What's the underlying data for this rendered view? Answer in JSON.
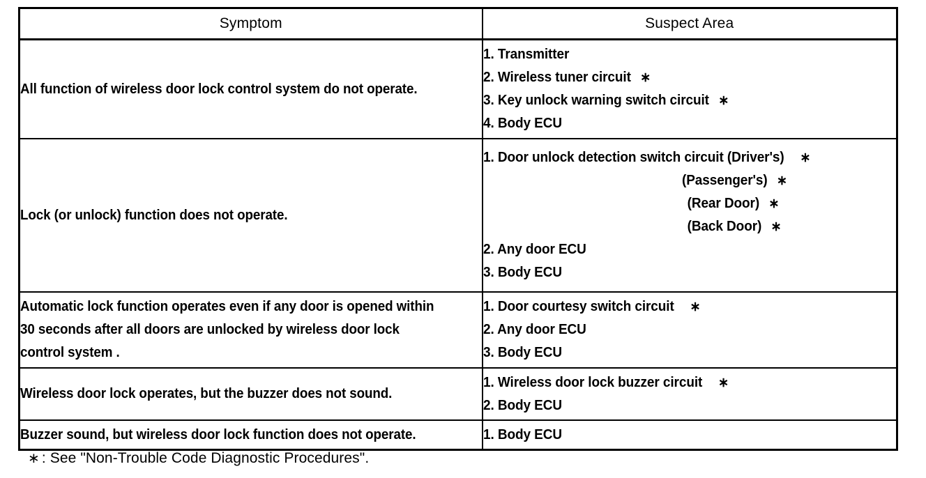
{
  "document": {
    "title": "Wireless Door Lock Control System — Problem Symptoms Table",
    "ink_color": "#000000",
    "paper_color": "#ffffff"
  },
  "table": {
    "columns": [
      {
        "key": "symptom",
        "header": "Symptom"
      },
      {
        "key": "suspect",
        "header": "Suspect Area"
      }
    ],
    "rows": [
      {
        "symptom_lines": [
          "All function of wireless door lock control system do not operate."
        ],
        "suspect_items": [
          {
            "number": "1.",
            "text": "Transmitter",
            "star": "",
            "indent": 0
          },
          {
            "number": "2.",
            "text": "Wireless tuner circuit",
            "star": "∗",
            "indent": 0
          },
          {
            "number": "3.",
            "text": "Key unlock warning switch circuit",
            "star": "∗",
            "indent": 0
          },
          {
            "number": "4.",
            "text": "Body ECU",
            "star": "",
            "indent": 0
          }
        ]
      },
      {
        "symptom_lines": [
          "Lock (or unlock) function does not operate."
        ],
        "suspect_items": [
          {
            "number": "1.",
            "text": "Door unlock detection switch circuit (Driver's)",
            "star": "∗",
            "indent": 0
          },
          {
            "number": "",
            "text": "(Passenger's)",
            "star": "∗",
            "indent": 1
          },
          {
            "number": "",
            "text": "(Rear Door)",
            "star": "∗",
            "indent": 2
          },
          {
            "number": "",
            "text": "(Back Door)",
            "star": "∗",
            "indent": 3
          },
          {
            "number": "2.",
            "text": "Any door ECU",
            "star": "",
            "indent": 0
          },
          {
            "number": "3.",
            "text": "Body ECU",
            "star": "",
            "indent": 0
          }
        ]
      },
      {
        "symptom_lines": [
          "Automatic lock function operates even if any door is opened within",
          "30 seconds after all doors are unlocked by wireless door lock",
          "control system ."
        ],
        "suspect_items": [
          {
            "number": "1.",
            "text": "Door courtesy switch circuit",
            "star": "∗",
            "indent": 0
          },
          {
            "number": "2.",
            "text": "Any door ECU",
            "star": "",
            "indent": 0
          },
          {
            "number": "3.",
            "text": "Body ECU",
            "star": "",
            "indent": 0
          }
        ]
      },
      {
        "symptom_lines": [
          "Wireless door lock operates, but the buzzer does not sound."
        ],
        "suspect_items": [
          {
            "number": "1.",
            "text": "Wireless door lock buzzer circuit",
            "star": "∗",
            "indent": 0
          },
          {
            "number": "2.",
            "text": "Body ECU",
            "star": "",
            "indent": 0
          }
        ]
      },
      {
        "symptom_lines": [
          "Buzzer sound, but wireless door lock function does not operate."
        ],
        "suspect_items": [
          {
            "number": "1.",
            "text": "Body ECU",
            "star": "",
            "indent": 0
          }
        ]
      }
    ]
  },
  "footnote": {
    "star_glyph": "∗",
    "separator": ":",
    "text": "See \"Non-Trouble Code Diagnostic Procedures\"."
  }
}
